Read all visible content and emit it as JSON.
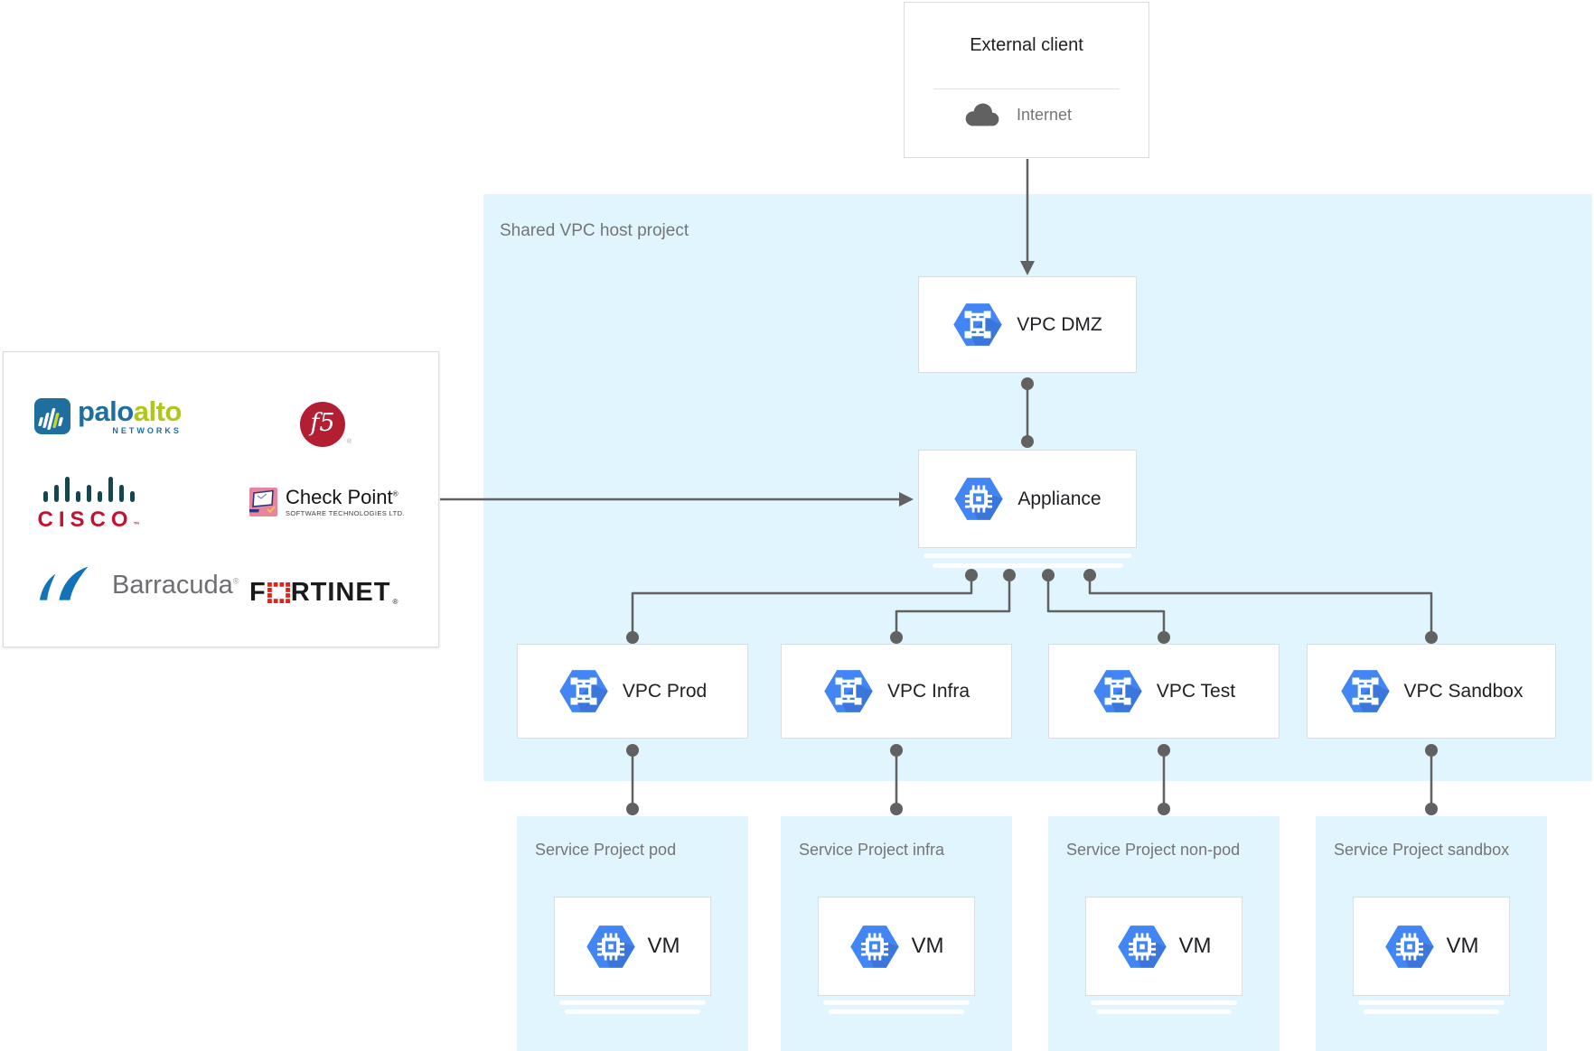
{
  "colors": {
    "host_bg": "#E1F5FE",
    "card_border": "#DADCE0",
    "connector_gray": "#616161",
    "hexagon_blue": "#4285F4",
    "label_gray": "#757575",
    "text_dark": "#202124",
    "cisco_red": "#C4122E",
    "cisco_teal": "#17454F",
    "f5_crimson": "#B21E32",
    "paloalto_blue": "#1F6F9E",
    "paloalto_green": "#AFC716",
    "barracuda_blue": "#1173B9",
    "barracuda_gray": "#6D6E71",
    "fortinet_red": "#E32119",
    "checkpoint_pink": "#E8849B"
  },
  "external_client": {
    "title": "External client",
    "internet_label": "Internet"
  },
  "host_project": {
    "label": "Shared VPC host project"
  },
  "dmz": {
    "label": "VPC DMZ"
  },
  "appliance": {
    "label": "Appliance"
  },
  "vendors": {
    "paloalto": {
      "palo": "palo",
      "alto": "alto",
      "networks": "NETWORKS"
    },
    "f5": {
      "text": "f5",
      "reg": "®"
    },
    "cisco": {
      "text": "CISCO",
      "tm": "™"
    },
    "checkpoint": {
      "name": "Check Point",
      "reg": "®",
      "sub": "SOFTWARE TECHNOLOGIES LTD."
    },
    "barracuda": {
      "text": "Barracuda",
      "reg": "®"
    },
    "fortinet": {
      "f": "F",
      "rtinet": "RTINET",
      "reg": "®"
    }
  },
  "vpc_row": [
    {
      "label": "VPC Prod"
    },
    {
      "label": "VPC Infra"
    },
    {
      "label": "VPC Test"
    },
    {
      "label": "VPC Sandbox"
    }
  ],
  "service_row": [
    {
      "label": "Service Project pod",
      "vm_label": "VM"
    },
    {
      "label": "Service Project infra",
      "vm_label": "VM"
    },
    {
      "label": "Service Project non-pod",
      "vm_label": "VM"
    },
    {
      "label": "Service Project sandbox",
      "vm_label": "VM"
    }
  ]
}
